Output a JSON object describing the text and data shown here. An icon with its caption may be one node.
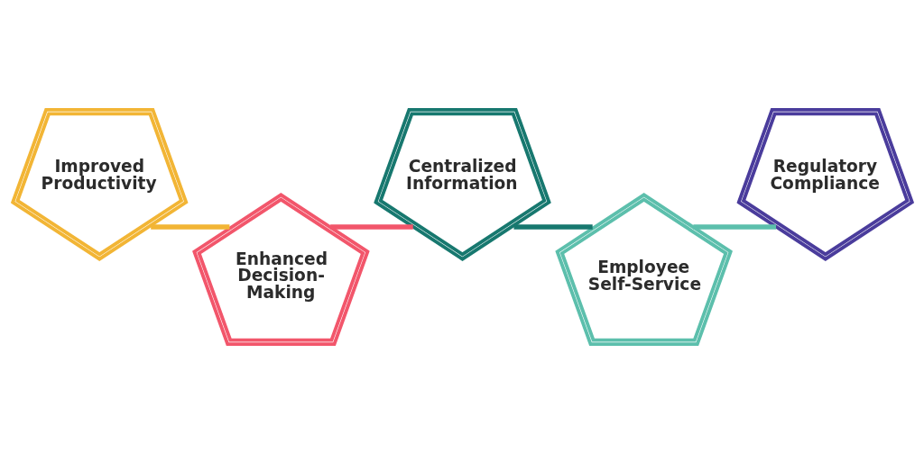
{
  "diagram": {
    "nodes": [
      {
        "text": [
          "Improved Productivity"
        ]
      },
      {
        "text": [
          "Enhanced Decision-Making"
        ]
      },
      {
        "text": [
          "Centralized Information"
        ]
      },
      {
        "text": [
          "Employee Self-Service"
        ]
      },
      {
        "text": [
          "Regulatory Compliance"
        ]
      }
    ],
    "edges": [
      {
        "from": 0,
        "to": 1,
        "arrow": "none",
        "color": "#f2b535"
      },
      {
        "from": 1,
        "to": 2,
        "arrow": "none",
        "color": "#f2566b"
      },
      {
        "from": 2,
        "to": 3,
        "arrow": "none",
        "color": "#17786f"
      },
      {
        "from": 3,
        "to": 4,
        "arrow": "none",
        "color": "#5cbfac"
      }
    ]
  }
}
